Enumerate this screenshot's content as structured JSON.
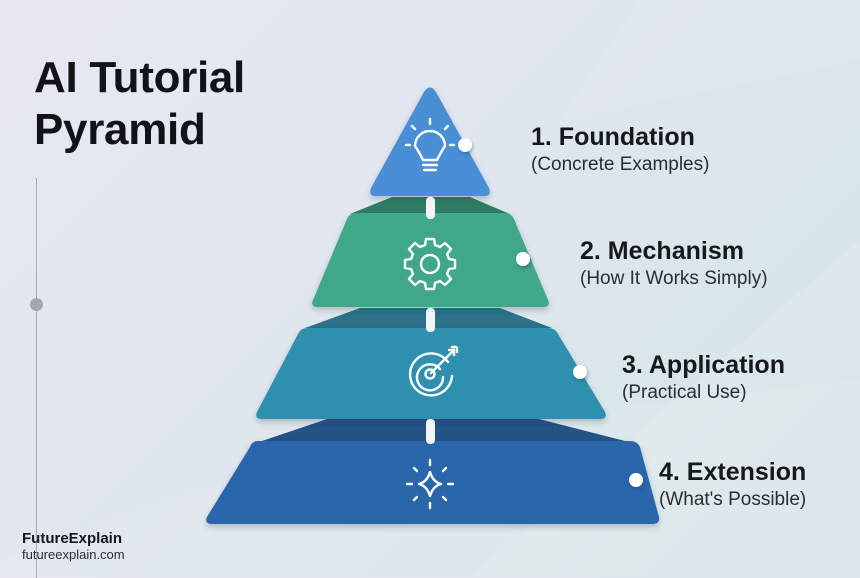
{
  "title": {
    "line1": "AI Tutorial",
    "line2": "Pyramid"
  },
  "tiers": [
    {
      "heading": "1. Foundation",
      "subtitle": "(Concrete Examples)",
      "icon": "lightbulb-icon",
      "color": "#4a8fd6"
    },
    {
      "heading": "2. Mechanism",
      "subtitle": "(How It Works Simply)",
      "icon": "gear-icon",
      "color": "#3fa888"
    },
    {
      "heading": "3. Application",
      "subtitle": "(Practical Use)",
      "icon": "target-arrow-icon",
      "color": "#2f8fae"
    },
    {
      "heading": "4. Extension",
      "subtitle": "(What's Possible)",
      "icon": "sparkle-icon",
      "color": "#2b66aa"
    }
  ],
  "brand": {
    "name": "FutureExplain",
    "url": "futureexplain.com"
  }
}
